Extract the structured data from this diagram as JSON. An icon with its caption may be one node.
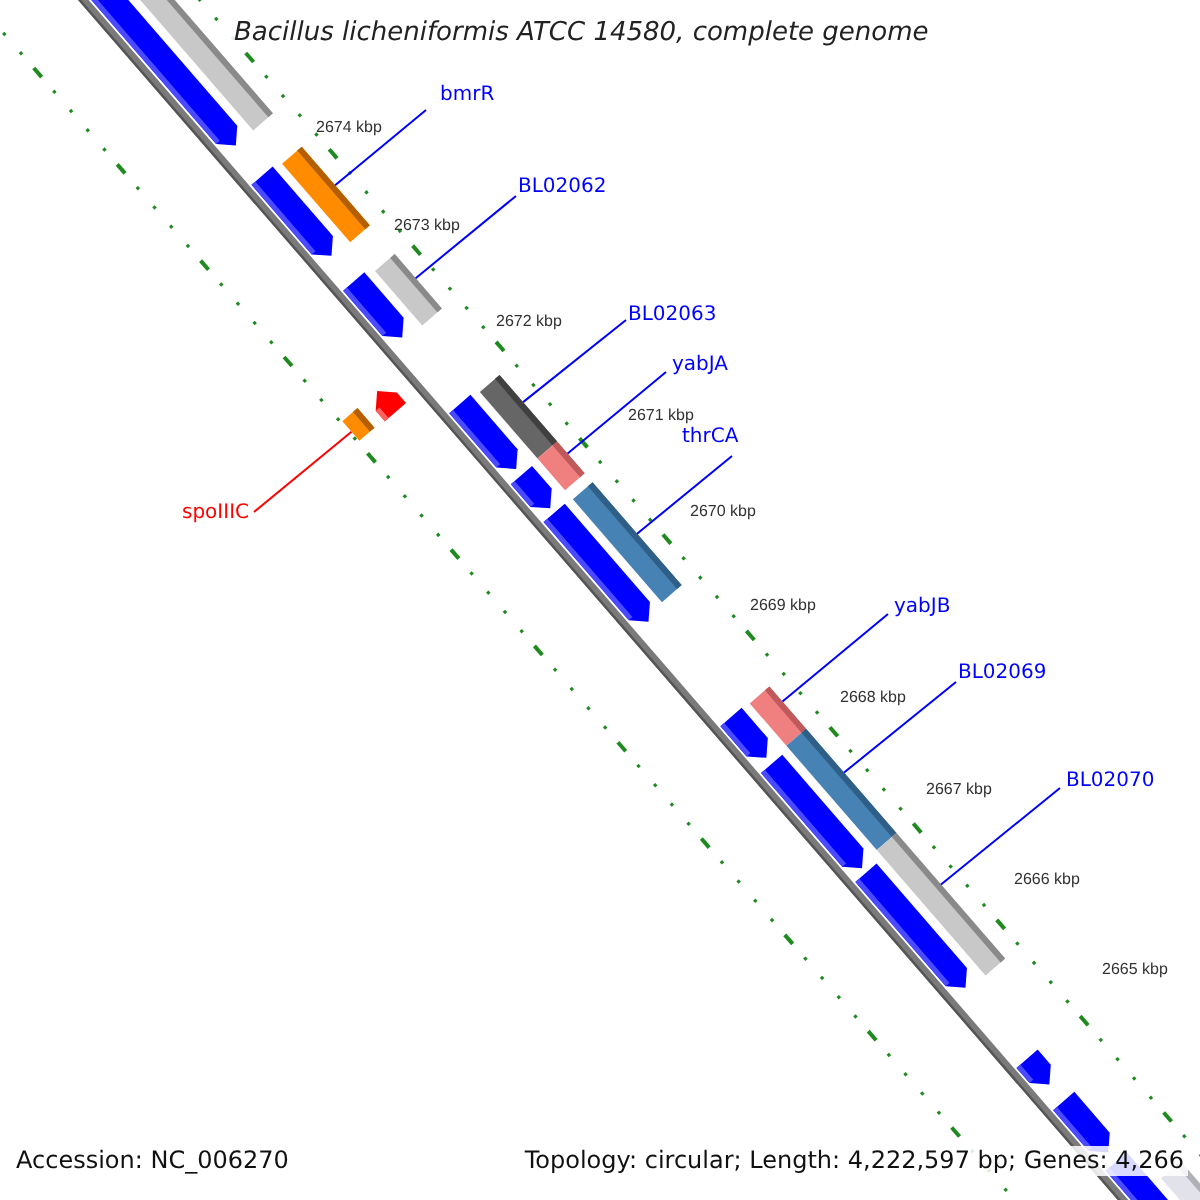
{
  "diagram": {
    "title": "Bacillus licheniformis ATCC 14580, complete genome",
    "nodes": [
      {
        "text": [
          "bmrR"
        ]
      },
      {
        "text": [],
        "shape": "bar"
      },
      {
        "text": [
          "BL02062"
        ]
      },
      {
        "text": [],
        "shape": "bar"
      },
      {
        "text": [
          "BL02063"
        ]
      },
      {
        "text": [],
        "shape": "bar"
      },
      {
        "text": [
          "spoIIIC"
        ]
      },
      {
        "text": [],
        "shape": "bar"
      },
      {
        "text": [
          "yabJA"
        ]
      },
      {
        "text": [],
        "shape": "bar"
      },
      {
        "text": [
          "thrCA"
        ]
      },
      {
        "text": [],
        "shape": "bar"
      },
      {
        "text": [
          "yabJB"
        ]
      },
      {
        "text": [],
        "shape": "bar"
      },
      {
        "text": [
          "BL02069"
        ]
      },
      {
        "text": [],
        "shape": "bar"
      },
      {
        "text": [
          "BL02070"
        ]
      },
      {
        "text": [],
        "shape": "bar"
      }
    ],
    "edges": [
      {
        "from": 0,
        "to": 1,
        "arrow": "none"
      },
      {
        "from": 2,
        "to": 3,
        "arrow": "none"
      },
      {
        "from": 4,
        "to": 5,
        "arrow": "none"
      },
      {
        "from": 6,
        "to": 7,
        "arrow": "none",
        "color": "#ff0000"
      },
      {
        "from": 8,
        "to": 9,
        "arrow": "none"
      },
      {
        "from": 10,
        "to": 11,
        "arrow": "none"
      },
      {
        "from": 12,
        "to": 13,
        "arrow": "none"
      },
      {
        "from": 14,
        "to": 15,
        "arrow": "none"
      },
      {
        "from": 16,
        "to": 17,
        "arrow": "none"
      }
    ],
    "labels": [
      "2674 kbp",
      "2673 kbp",
      "2672 kbp",
      "2671 kbp",
      "2670 kbp",
      "2669 kbp",
      "2668 kbp",
      "2667 kbp",
      "2666 kbp",
      "2665 kbp",
      "Accession: NC_006270",
      "Topology: circular; Length: 4,222,597 bp; Genes: 4,266"
    ]
  }
}
